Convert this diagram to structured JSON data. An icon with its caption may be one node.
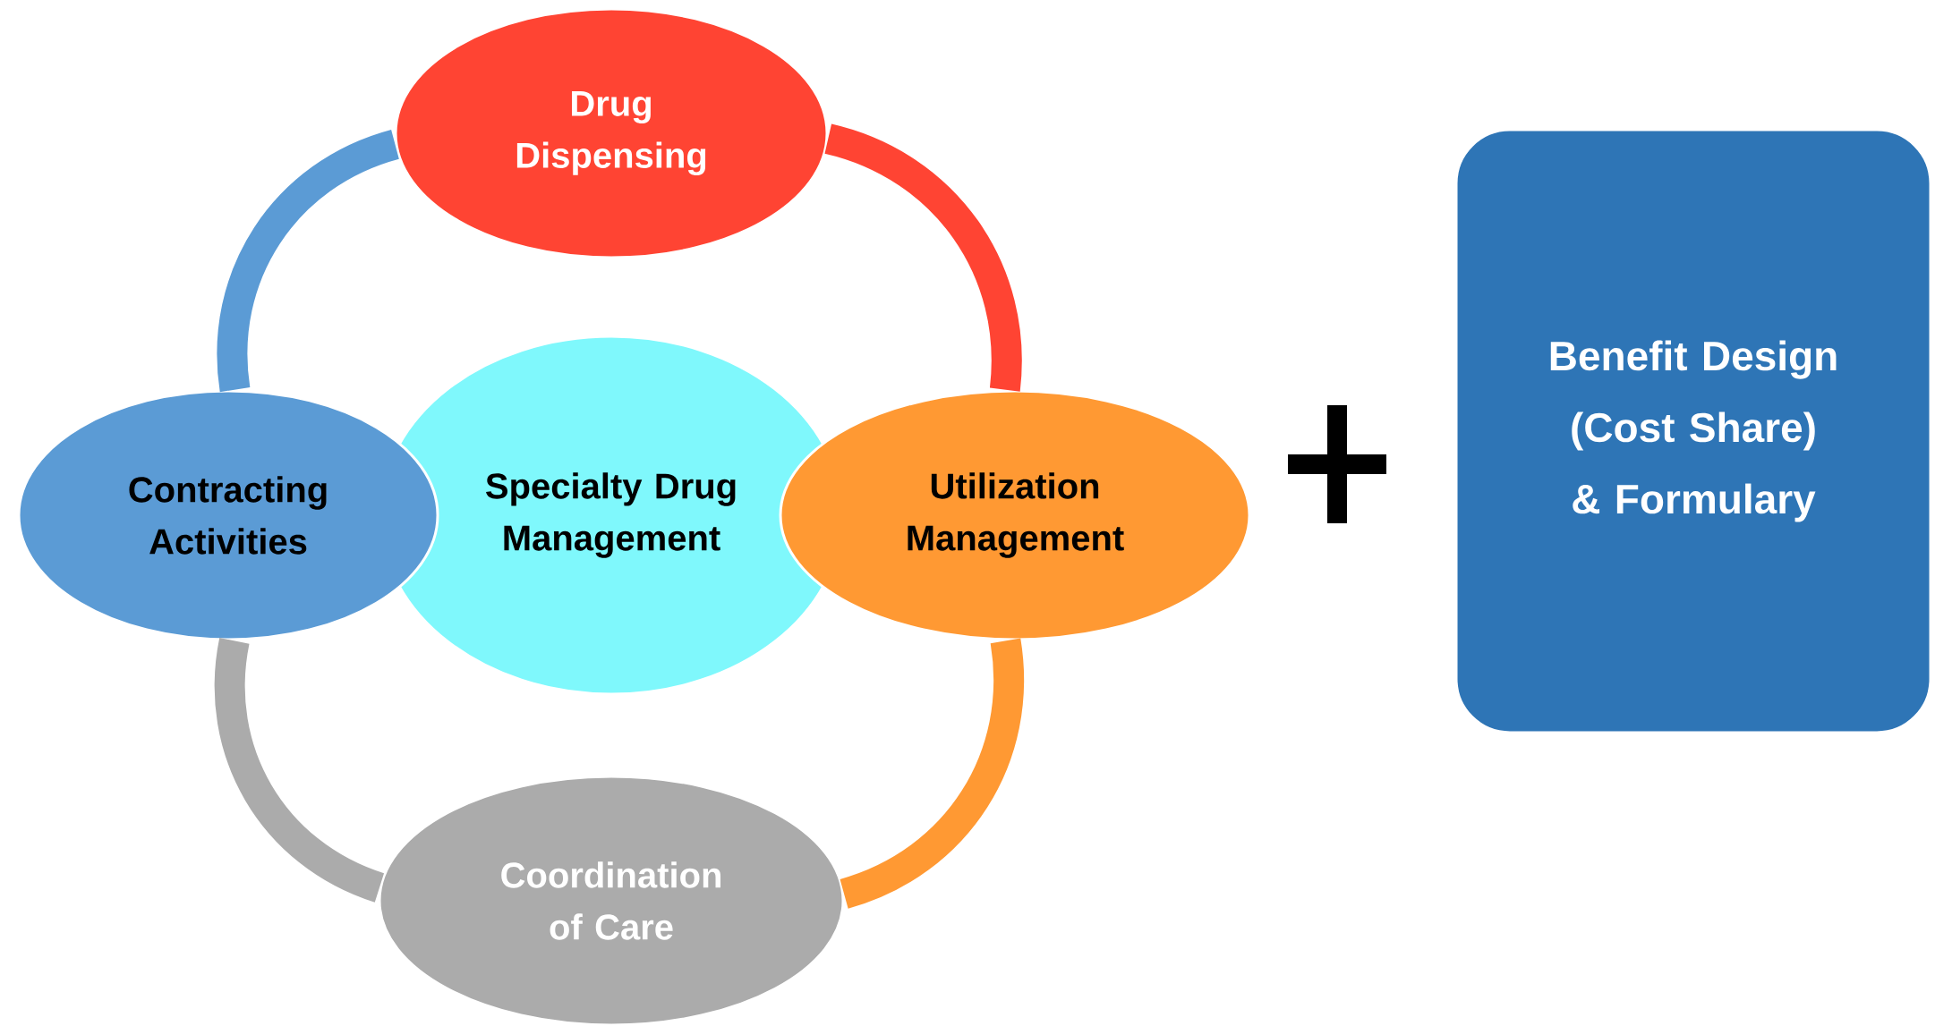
{
  "diagram": {
    "nodes": [
      {
        "text": [
          "Drug Dispensing"
        ]
      },
      {
        "text": [
          "Contracting Activities"
        ]
      },
      {
        "text": [
          "Specialty Drug Management"
        ]
      },
      {
        "text": [
          "Utilization Management"
        ]
      },
      {
        "text": [
          "Coordination of Care"
        ]
      },
      {
        "text": [
          "Benefit Design (Cost Share) & Formulary"
        ]
      }
    ],
    "edges": [
      {
        "from": 0,
        "to": 3,
        "arrow": "none",
        "color": "#ff4433"
      },
      {
        "from": 3,
        "to": 4,
        "arrow": "none",
        "color": "#ff9933"
      },
      {
        "from": 4,
        "to": 1,
        "arrow": "none",
        "color": "#ababab"
      },
      {
        "from": 1,
        "to": 0,
        "arrow": "none",
        "color": "#5b9bd5"
      }
    ]
  }
}
